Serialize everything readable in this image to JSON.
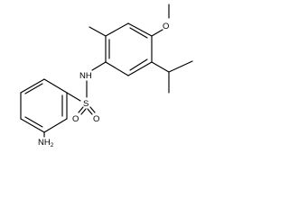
{
  "atom_labels": {
    "oxygen_methoxy": "O",
    "nh": "NH",
    "sulfur": "S",
    "oxygen_sulfonyl_left": "O",
    "oxygen_sulfonyl_right": "O",
    "amine": "NH",
    "amine_subscript": "2"
  }
}
